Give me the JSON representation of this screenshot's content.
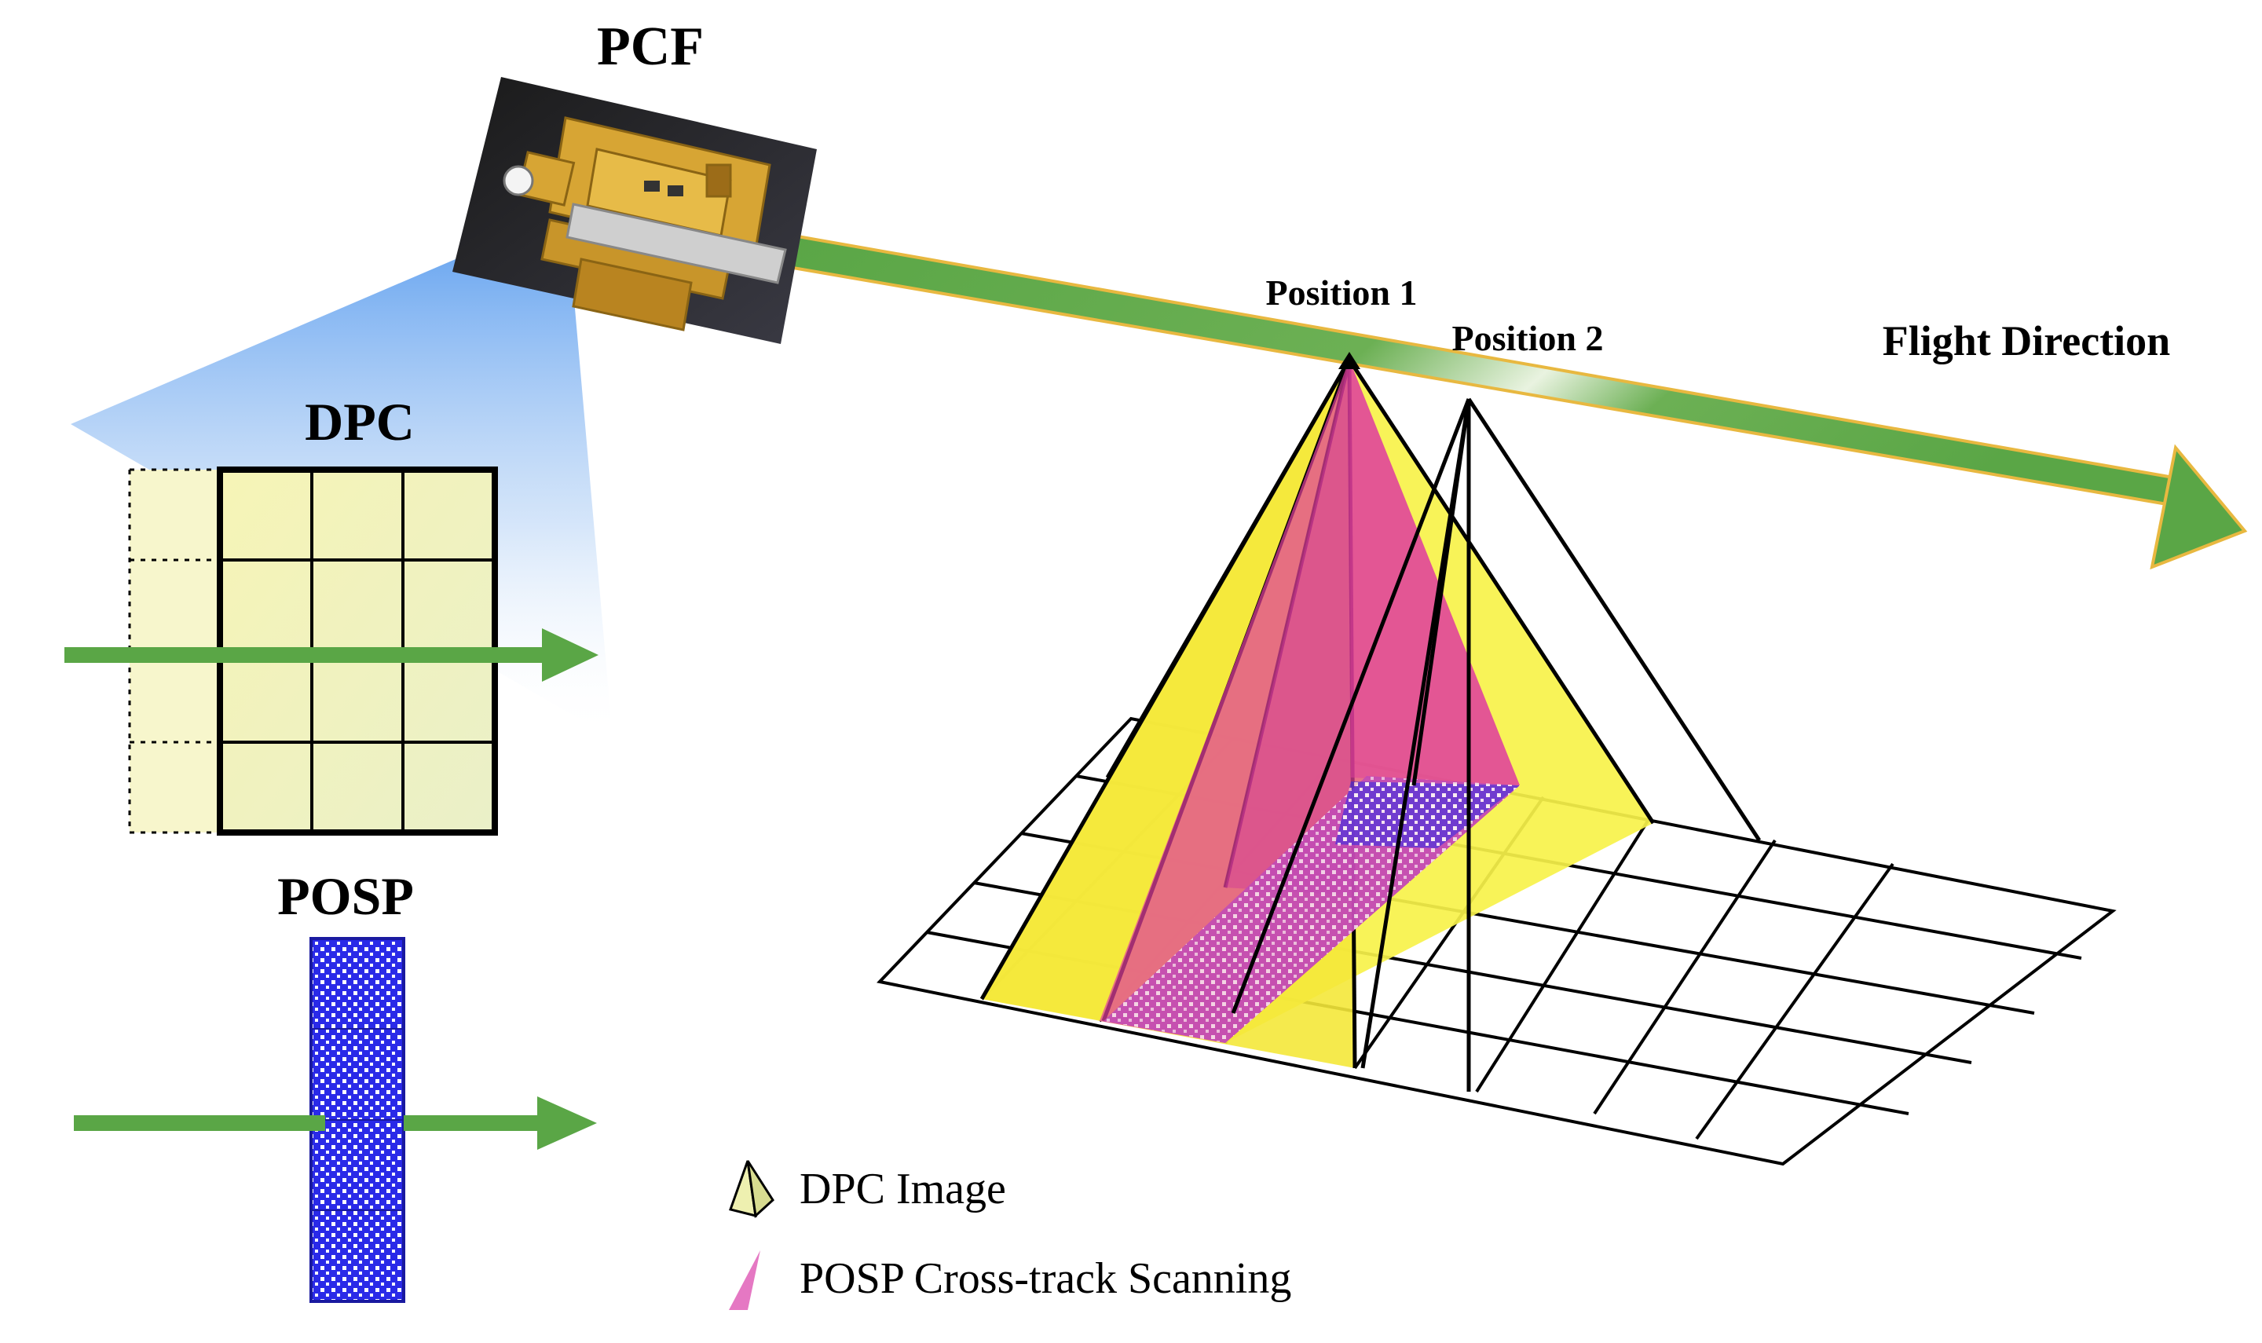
{
  "labels": {
    "pcf": "PCF",
    "dpc": "DPC",
    "posp": "POSP",
    "position1": "Position 1",
    "position2": "Position 2",
    "flight_direction": "Flight Direction"
  },
  "legend": [
    {
      "icon": "dpc-pyramid-icon",
      "label": "DPC Image"
    },
    {
      "icon": "posp-wedge-icon",
      "label": "POSP Cross-track Scanning"
    }
  ],
  "colors": {
    "flight_arrow": "#5aa646",
    "flight_arrow_edge": "#e8b840",
    "dpc_fill": "#f6f6a6",
    "pyramid_yellow": "#f7f24a",
    "posp_pink": "#e0409c",
    "posp_blue": "#2a2ae8",
    "fov_blue": "#7ab0f0"
  }
}
